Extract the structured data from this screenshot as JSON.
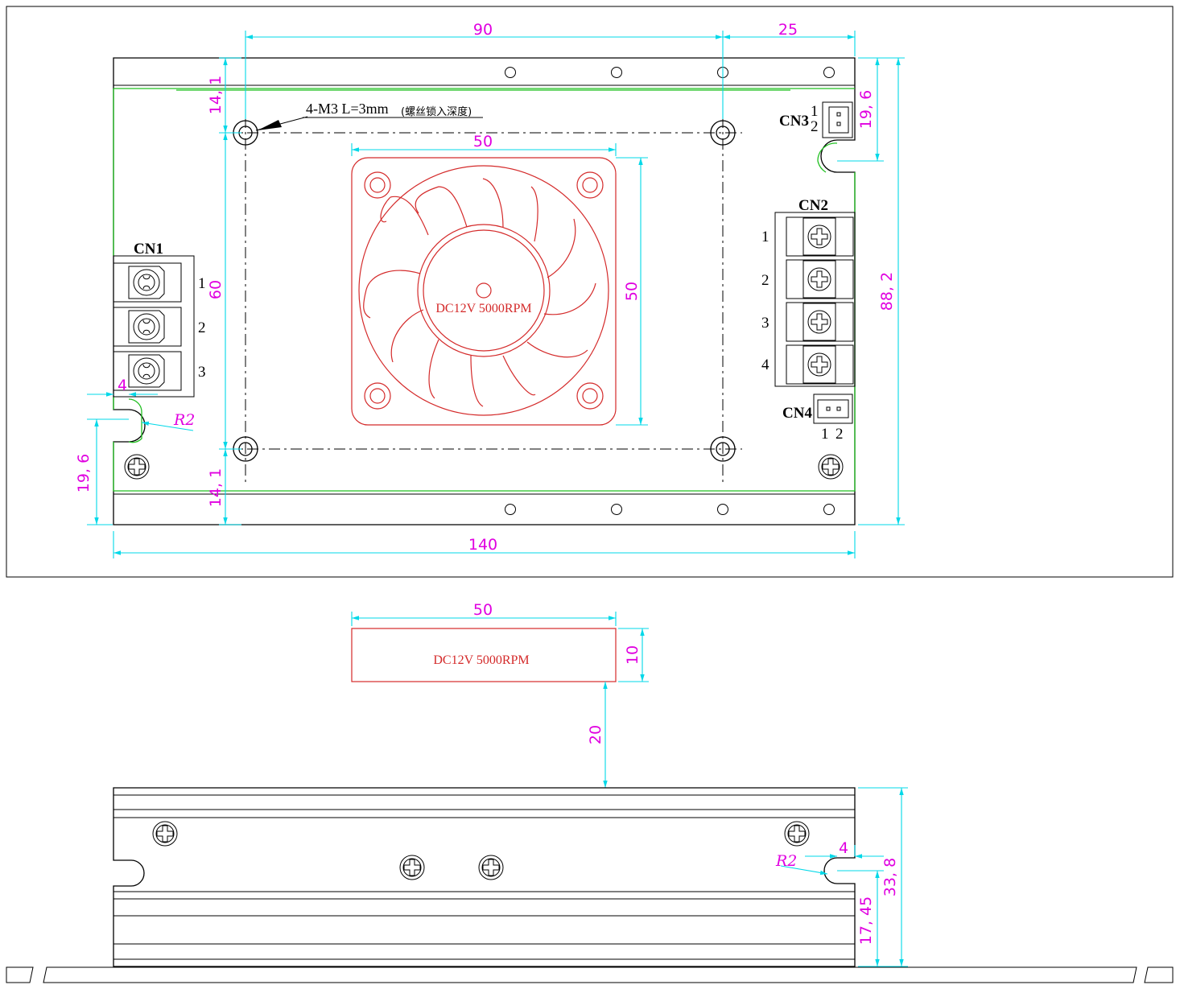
{
  "colors": {
    "outline": "#000000",
    "pcb_edge": "#22c022",
    "fan": "#d42a2a",
    "dimension_line": "#00d8e8",
    "dimension_text": "#e000e0"
  },
  "top_view": {
    "note_mount": "4-M3  L=3mm",
    "note_mount_cn": "(螺丝锁入深度)",
    "fan_label": "DC12V  5000RPM",
    "connectors": {
      "cn1": {
        "name": "CN1",
        "pins": [
          "1",
          "2",
          "3"
        ]
      },
      "cn2": {
        "name": "CN2",
        "pins": [
          "1",
          "2",
          "3",
          "4"
        ]
      },
      "cn3": {
        "name": "CN3",
        "pins": [
          "1",
          "2"
        ]
      },
      "cn4": {
        "name": "CN4",
        "pins": [
          "1",
          "2"
        ]
      }
    },
    "dimensions": {
      "hole_span_x": "90",
      "right_offset": "25",
      "fan_width": "50",
      "fan_height": "50",
      "hole_span_y": "60",
      "top_margin": "14, 1",
      "bottom_margin": "14, 1",
      "cn3_offset": "19, 6",
      "overall_height": "88, 2",
      "left_slot_offset": "19, 6",
      "slot_width": "4",
      "slot_radius": "R2",
      "overall_width": "140"
    }
  },
  "side_view": {
    "fan_label": "DC12V  5000RPM",
    "dimensions": {
      "fan_width": "50",
      "fan_thickness": "10",
      "fan_gap": "20",
      "slot_width": "4",
      "slot_radius": "R2",
      "slot_height": "17, 45",
      "overall_height": "33, 8"
    }
  }
}
